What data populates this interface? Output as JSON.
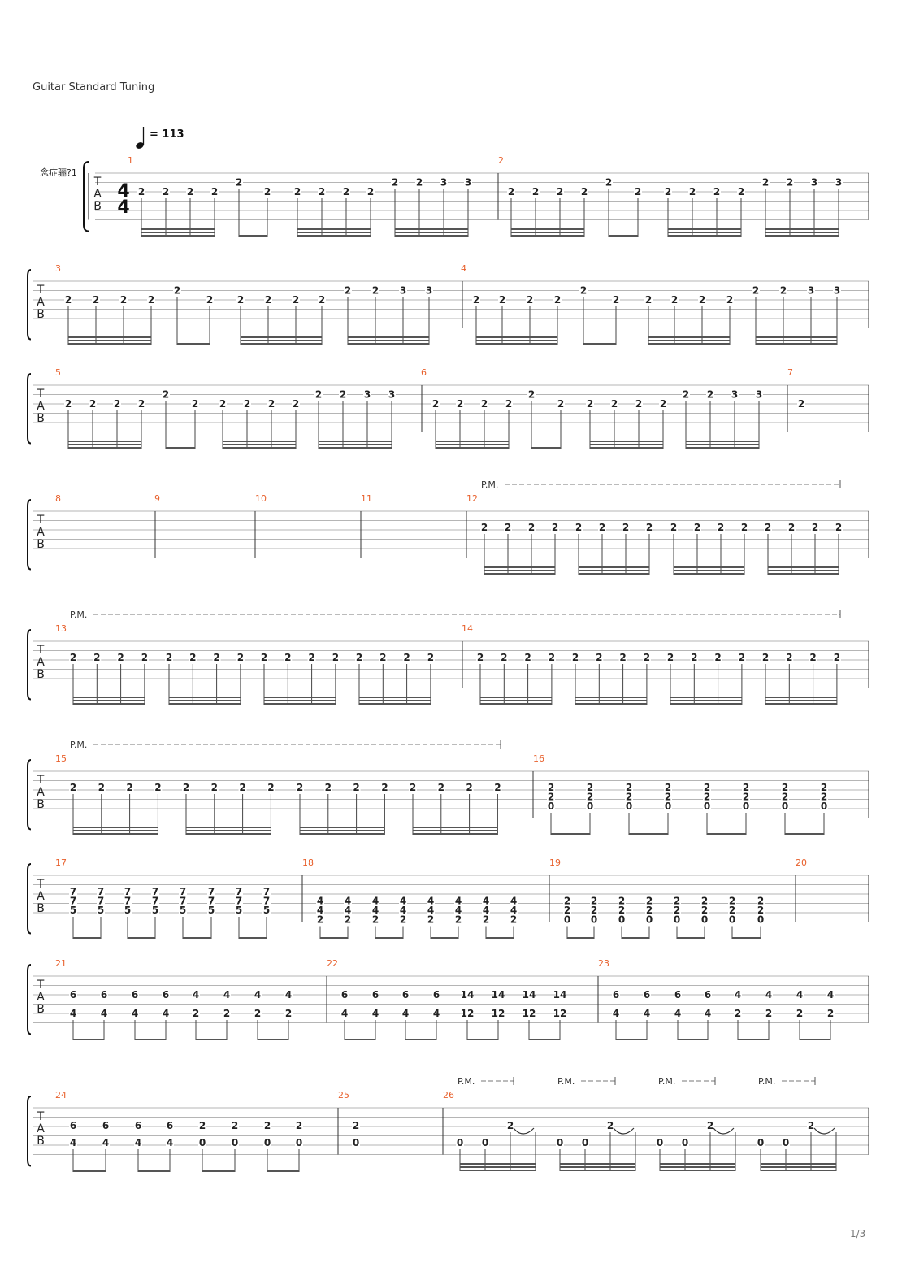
{
  "header": {
    "tuning": "Guitar Standard Tuning",
    "tempo_value": "= 113",
    "track_name": "念症骊?1",
    "time_signature": {
      "top": "4",
      "bottom": "4"
    },
    "tab_letters": [
      "T",
      "A",
      "B"
    ]
  },
  "footer": {
    "page_number": "1/3"
  },
  "annotations": {
    "palm_mute": "P.M."
  },
  "colors": {
    "measure_number": "#e8602c",
    "staff_line": "#b5b5b5",
    "text": "#222222"
  },
  "measures": [
    {
      "number": "1"
    },
    {
      "number": "2"
    },
    {
      "number": "3"
    },
    {
      "number": "4"
    },
    {
      "number": "5"
    },
    {
      "number": "6"
    },
    {
      "number": "7"
    },
    {
      "number": "8"
    },
    {
      "number": "9"
    },
    {
      "number": "10"
    },
    {
      "number": "11"
    },
    {
      "number": "12"
    },
    {
      "number": "13"
    },
    {
      "number": "14"
    },
    {
      "number": "15"
    },
    {
      "number": "16"
    },
    {
      "number": "17"
    },
    {
      "number": "18"
    },
    {
      "number": "19"
    },
    {
      "number": "20"
    },
    {
      "number": "21"
    },
    {
      "number": "22"
    },
    {
      "number": "23"
    },
    {
      "number": "24"
    },
    {
      "number": "25"
    },
    {
      "number": "26"
    }
  ],
  "riffs": {
    "riff_a": [
      [
        [
          2
        ],
        [
          2
        ],
        [
          2
        ],
        [
          2
        ]
      ],
      [
        [
          2,
          "high"
        ],
        [
          2
        ]
      ],
      [
        [
          2
        ],
        [
          2
        ],
        [
          2
        ],
        [
          2
        ]
      ],
      [
        [
          2,
          "high"
        ],
        [
          2,
          "high"
        ],
        [
          3,
          "high"
        ],
        [
          3,
          "high"
        ]
      ]
    ],
    "pm_16ths": [
      "2",
      "2",
      "2",
      "2"
    ],
    "m16_chord": [
      "2",
      "2",
      "0"
    ],
    "m17_chord": [
      "7",
      "7",
      "5"
    ],
    "m18_chord": [
      "4",
      "4",
      "2"
    ],
    "m21_pairs": [
      [
        "6",
        "4"
      ],
      [
        "4",
        "2"
      ]
    ],
    "m22_pairs": [
      [
        "6",
        "4"
      ],
      [
        "14",
        "12"
      ]
    ],
    "m24_pairs": [
      [
        "6",
        "4"
      ],
      [
        "2",
        "0"
      ]
    ],
    "m25_pair": [
      "2",
      "0"
    ],
    "m26_group": {
      "low": [
        "0",
        "0"
      ],
      "high": "2"
    }
  }
}
